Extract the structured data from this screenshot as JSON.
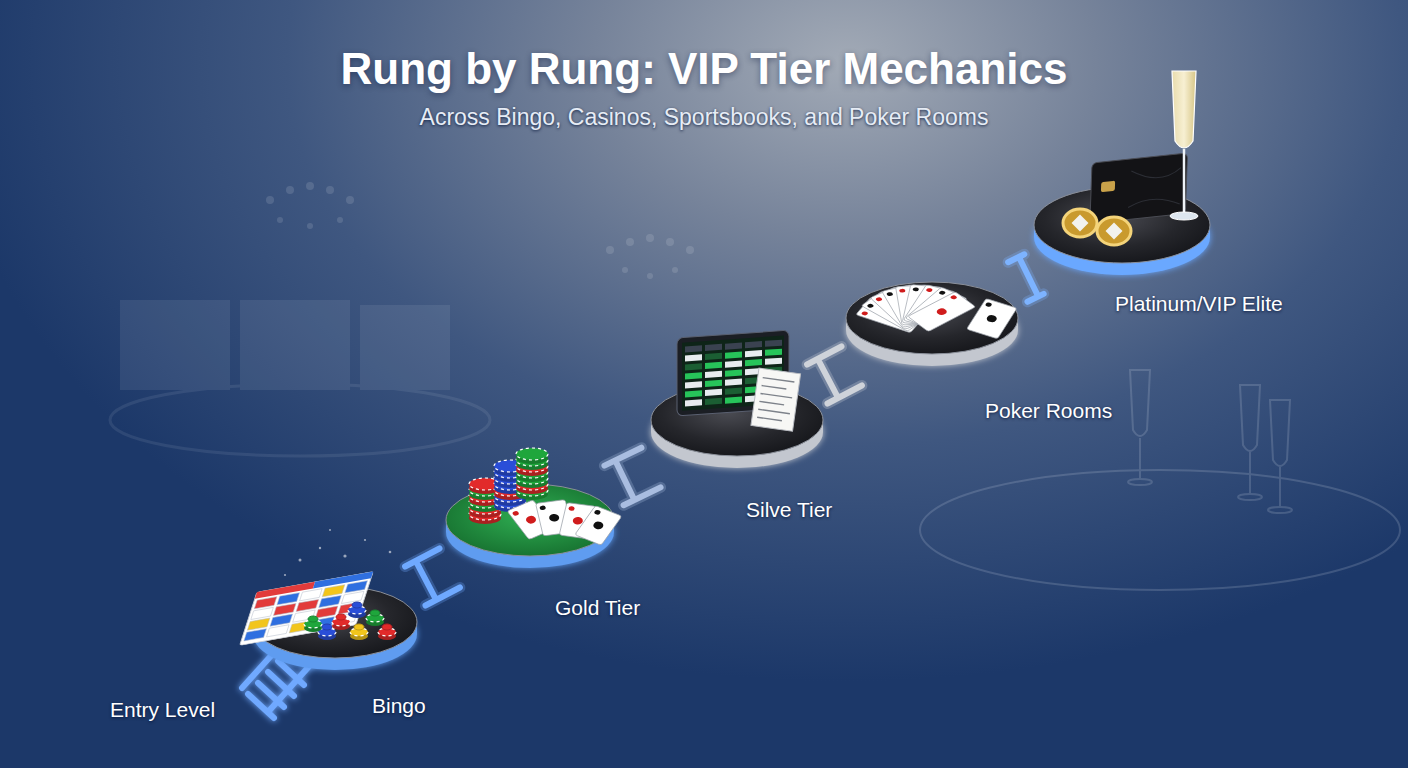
{
  "diagram": {
    "title": "Rung by Rung: VIP Tier Mechanics",
    "nodes": [
      {
        "text": [
          "Bingo"
        ]
      },
      {
        "text": [
          "Gold Tier"
        ]
      },
      {
        "text": [
          "Silve Tier"
        ]
      },
      {
        "text": [
          "Poker Rooms"
        ]
      },
      {
        "text": [
          "Platinum/VIP Elite"
        ]
      }
    ],
    "edges": [
      {
        "from": 0,
        "to": 1,
        "arrow": "none"
      },
      {
        "from": 1,
        "to": 2,
        "arrow": "none"
      },
      {
        "from": 2,
        "to": 3,
        "arrow": "none"
      },
      {
        "from": 3,
        "to": 4,
        "arrow": "none"
      }
    ],
    "labels": [
      "Across Bingo, Casinos, Sportsbooks, and Poker Rooms",
      "Entry Level"
    ]
  }
}
